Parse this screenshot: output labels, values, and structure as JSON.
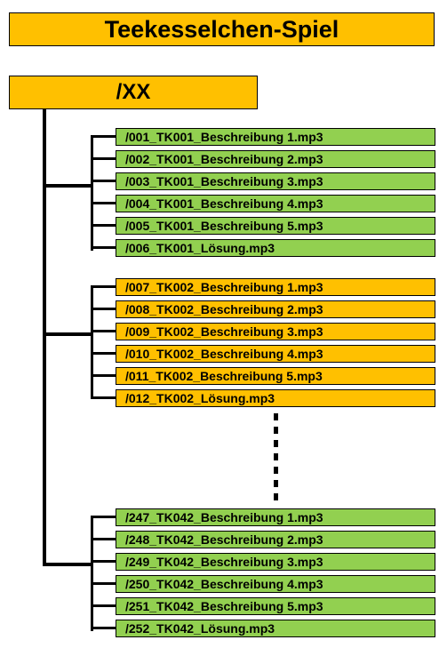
{
  "title": "Teekesselchen-Spiel",
  "root": "/XX",
  "colors": {
    "header": "#FFC000",
    "group_green": "#92D050",
    "group_orange": "#FFC000"
  },
  "groups": [
    {
      "color": "#92D050",
      "files": [
        "/001_TK001_Beschreibung 1.mp3",
        "/002_TK001_Beschreibung 2.mp3",
        "/003_TK001_Beschreibung 3.mp3",
        "/004_TK001_Beschreibung 4.mp3",
        "/005_TK001_Beschreibung 5.mp3",
        "/006_TK001_Lösung.mp3"
      ]
    },
    {
      "color": "#FFC000",
      "files": [
        "/007_TK002_Beschreibung 1.mp3",
        "/008_TK002_Beschreibung 2.mp3",
        "/009_TK002_Beschreibung 3.mp3",
        "/010_TK002_Beschreibung 4.mp3",
        "/011_TK002_Beschreibung 5.mp3",
        "/012_TK002_Lösung.mp3"
      ]
    },
    {
      "color": "#92D050",
      "files": [
        "/247_TK042_Beschreibung 1.mp3",
        "/248_TK042_Beschreibung 2.mp3",
        "/249_TK042_Beschreibung 3.mp3",
        "/250_TK042_Beschreibung 4.mp3",
        "/251_TK042_Beschreibung 5.mp3",
        "/252_TK042_Lösung.mp3"
      ]
    }
  ]
}
